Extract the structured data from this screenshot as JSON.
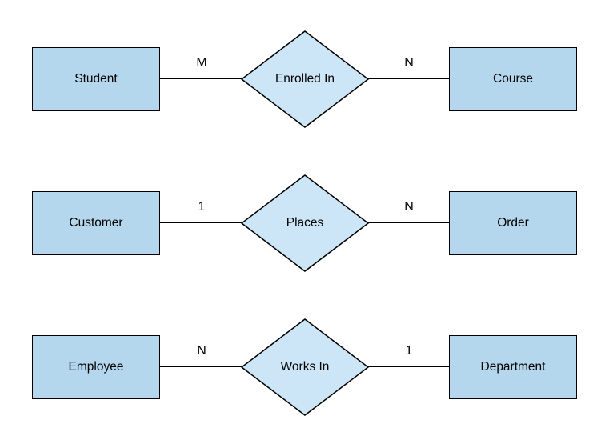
{
  "diagram": {
    "type": "entity-relationship",
    "colors": {
      "entity_fill": "#B4D7EE",
      "relationship_fill": "#CDE6F7",
      "stroke": "#000000",
      "text": "#000000",
      "background": "#FFFFFF"
    },
    "rows": [
      {
        "left_entity": "Student",
        "left_cardinality": "M",
        "relationship": "Enrolled In",
        "right_cardinality": "N",
        "right_entity": "Course"
      },
      {
        "left_entity": "Customer",
        "left_cardinality": "1",
        "relationship": "Places",
        "right_cardinality": "N",
        "right_entity": "Order"
      },
      {
        "left_entity": "Employee",
        "left_cardinality": "N",
        "relationship": "Works In",
        "right_cardinality": "1",
        "right_entity": "Department"
      }
    ]
  }
}
